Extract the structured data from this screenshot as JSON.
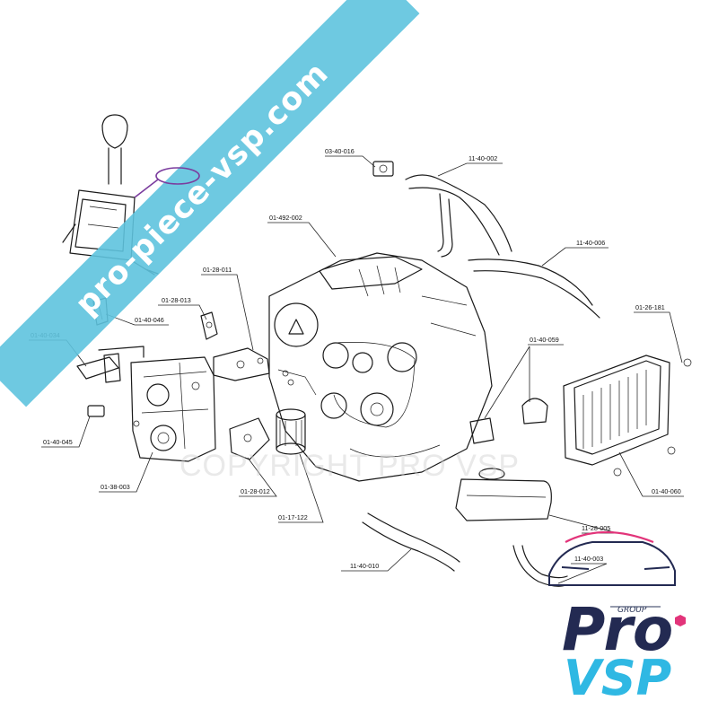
{
  "watermark": {
    "banner_text": "pro-piece-vsp.com",
    "copyright_text": "COPYRIGHT PRO VSP",
    "banner_color": "#5ec3de"
  },
  "logo": {
    "brand_line1": "Pro",
    "brand_line2": "VSP",
    "group_text": "GROUP",
    "navy": "#232a52",
    "cyan": "#2fb8e3",
    "pink": "#e2347a"
  },
  "callouts": [
    {
      "id": "03-40-016"
    },
    {
      "id": "11-40-002"
    },
    {
      "id": "01-492-002"
    },
    {
      "id": "11-40-006"
    },
    {
      "id": "01-28-011"
    },
    {
      "id": "01-28-013"
    },
    {
      "id": "01-40-046"
    },
    {
      "id": "01-40-034"
    },
    {
      "id": "01-26-181"
    },
    {
      "id": "01-40-059"
    },
    {
      "id": "01-40-045"
    },
    {
      "id": "01-38-003"
    },
    {
      "id": "01-28-012"
    },
    {
      "id": "01-17-122"
    },
    {
      "id": "01-40-060"
    },
    {
      "id": "11-28-005"
    },
    {
      "id": "11-40-010"
    },
    {
      "id": "11-40-003"
    }
  ]
}
